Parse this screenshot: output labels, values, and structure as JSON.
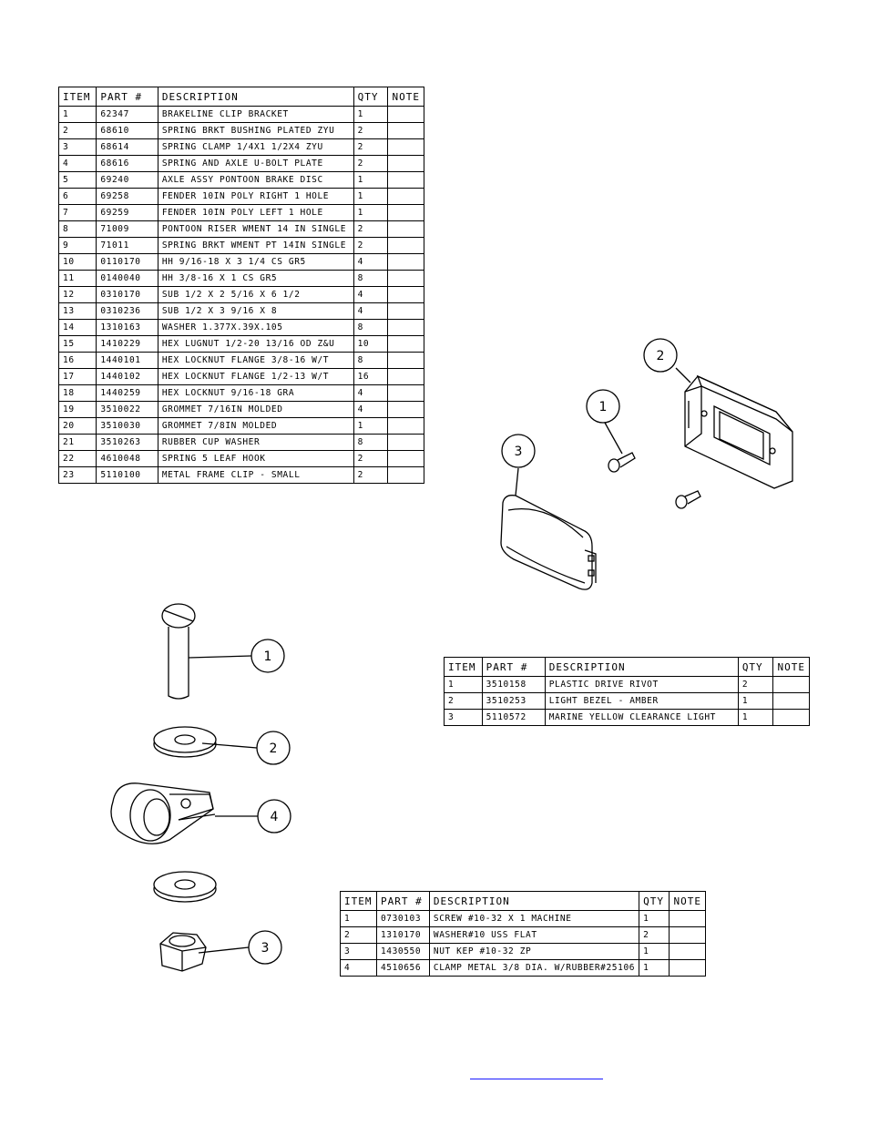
{
  "table_a": {
    "headers": [
      "ITEM",
      "PART #",
      "DESCRIPTION",
      "QTY",
      "NOTE"
    ],
    "rows": [
      [
        "1",
        "62347",
        "BRAKELINE CLIP BRACKET",
        "1",
        ""
      ],
      [
        "2",
        "68610",
        "SPRING BRKT BUSHING PLATED ZYU",
        "2",
        ""
      ],
      [
        "3",
        "68614",
        "SPRING CLAMP   1/4X1 1/2X4  ZYU",
        "2",
        ""
      ],
      [
        "4",
        "68616",
        "SPRING AND AXLE U-BOLT PLATE",
        "2",
        ""
      ],
      [
        "5",
        "69240",
        "AXLE ASSY  PONTOON BRAKE DISC",
        "1",
        ""
      ],
      [
        "6",
        "69258",
        "FENDER  10IN POLY RIGHT 1 HOLE",
        "1",
        ""
      ],
      [
        "7",
        "69259",
        "FENDER  10IN POLY LEFT 1 HOLE",
        "1",
        ""
      ],
      [
        "8",
        "71009",
        "PONTOON RISER WMENT 14 IN SINGLE",
        "2",
        ""
      ],
      [
        "9",
        "71011",
        "SPRING BRKT WMENT PT 14IN SINGLE",
        "2",
        ""
      ],
      [
        "10",
        "0110170",
        "HH 9/16-18 X 3 1/4 CS GR5",
        "4",
        ""
      ],
      [
        "11",
        "0140040",
        "HH 3/8-16 X 1 CS GR5",
        "8",
        ""
      ],
      [
        "12",
        "0310170",
        "SUB 1/2 X 2 5/16 X 6 1/2",
        "4",
        ""
      ],
      [
        "13",
        "0310236",
        "SUB 1/2 X 3 9/16 X 8",
        "4",
        ""
      ],
      [
        "14",
        "1310163",
        "WASHER 1.377X.39X.105",
        "8",
        ""
      ],
      [
        "15",
        "1410229",
        "HEX LUGNUT 1/2-20 13/16 OD Z&U",
        "10",
        ""
      ],
      [
        "16",
        "1440101",
        "HEX LOCKNUT FLANGE 3/8-16 W/T",
        "8",
        ""
      ],
      [
        "17",
        "1440102",
        "HEX LOCKNUT FLANGE 1/2-13 W/T",
        "16",
        ""
      ],
      [
        "18",
        "1440259",
        "HEX LOCKNUT 9/16-18 GRA",
        "4",
        ""
      ],
      [
        "19",
        "3510022",
        "GROMMET  7/16IN MOLDED",
        "4",
        ""
      ],
      [
        "20",
        "3510030",
        "GROMMET  7/8IN MOLDED",
        "1",
        ""
      ],
      [
        "21",
        "3510263",
        "RUBBER CUP WASHER",
        "8",
        ""
      ],
      [
        "22",
        "4610048",
        "SPRING  5 LEAF HOOK",
        "2",
        ""
      ],
      [
        "23",
        "5110100",
        "METAL FRAME CLIP - SMALL",
        "2",
        ""
      ]
    ]
  },
  "table_b": {
    "headers": [
      "ITEM",
      "PART #",
      "DESCRIPTION",
      "QTY",
      "NOTE"
    ],
    "rows": [
      [
        "1",
        "3510158",
        "PLASTIC DRIVE RIVOT",
        "2",
        ""
      ],
      [
        "2",
        "3510253",
        "LIGHT BEZEL - AMBER",
        "1",
        ""
      ],
      [
        "3",
        "5110572",
        "MARINE YELLOW CLEARANCE LIGHT",
        "1",
        ""
      ]
    ]
  },
  "table_c": {
    "headers": [
      "ITEM",
      "PART #",
      "DESCRIPTION",
      "QTY",
      "NOTE"
    ],
    "rows": [
      [
        "1",
        "0730103",
        "SCREW #10-32 X 1 MACHINE",
        "1",
        ""
      ],
      [
        "2",
        "1310170",
        "WASHER#10 USS FLAT",
        "2",
        ""
      ],
      [
        "3",
        "1430550",
        "NUT KEP #10-32 ZP",
        "1",
        ""
      ],
      [
        "4",
        "4510656",
        "CLAMP METAL 3/8 DIA. W/RUBBER#25106",
        "1",
        ""
      ]
    ]
  },
  "light_callouts": [
    "1",
    "2",
    "3"
  ],
  "clamp_callouts": [
    "1",
    "2",
    "4",
    "3"
  ],
  "link_color": "#1a1aff"
}
